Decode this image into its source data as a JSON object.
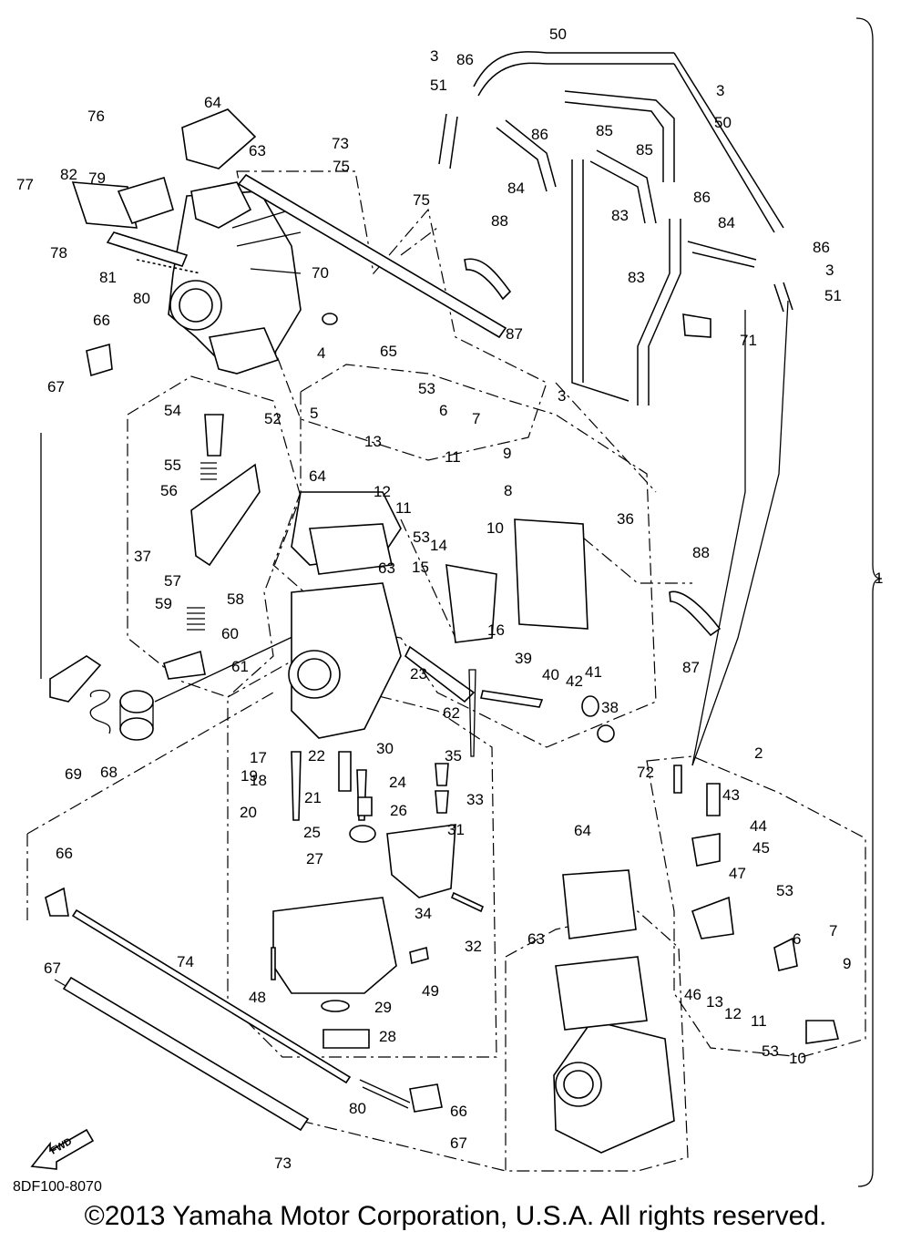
{
  "doc_number": "8DF100-8070",
  "copyright": "©2013 Yamaha Motor Corporation, U.S.A. All rights reserved.",
  "fwd_label": "FWD",
  "callouts": [
    "1",
    "2",
    "3",
    "3",
    "3",
    "3",
    "4",
    "5",
    "6",
    "6",
    "7",
    "7",
    "8",
    "9",
    "9",
    "10",
    "10",
    "11",
    "11",
    "11",
    "12",
    "12",
    "13",
    "13",
    "14",
    "15",
    "16",
    "17",
    "18",
    "19",
    "20",
    "21",
    "22",
    "23",
    "24",
    "25",
    "26",
    "27",
    "28",
    "29",
    "30",
    "31",
    "32",
    "33",
    "35",
    "34",
    "36",
    "37",
    "38",
    "39",
    "40",
    "41",
    "42",
    "43",
    "44",
    "45",
    "46",
    "47",
    "48",
    "49",
    "50",
    "50",
    "51",
    "51",
    "52",
    "53",
    "53",
    "53",
    "53",
    "54",
    "55",
    "56",
    "57",
    "58",
    "59",
    "60",
    "61",
    "62",
    "63",
    "63",
    "63",
    "64",
    "64",
    "64",
    "65",
    "66",
    "66",
    "66",
    "67",
    "67",
    "67",
    "68",
    "69",
    "70",
    "71",
    "72",
    "73",
    "73",
    "74",
    "75",
    "75",
    "76",
    "77",
    "78",
    "79",
    "80",
    "80",
    "81",
    "82",
    "83",
    "83",
    "84",
    "84",
    "85",
    "85",
    "86",
    "86",
    "86",
    "86",
    "87",
    "87",
    "88",
    "88"
  ]
}
